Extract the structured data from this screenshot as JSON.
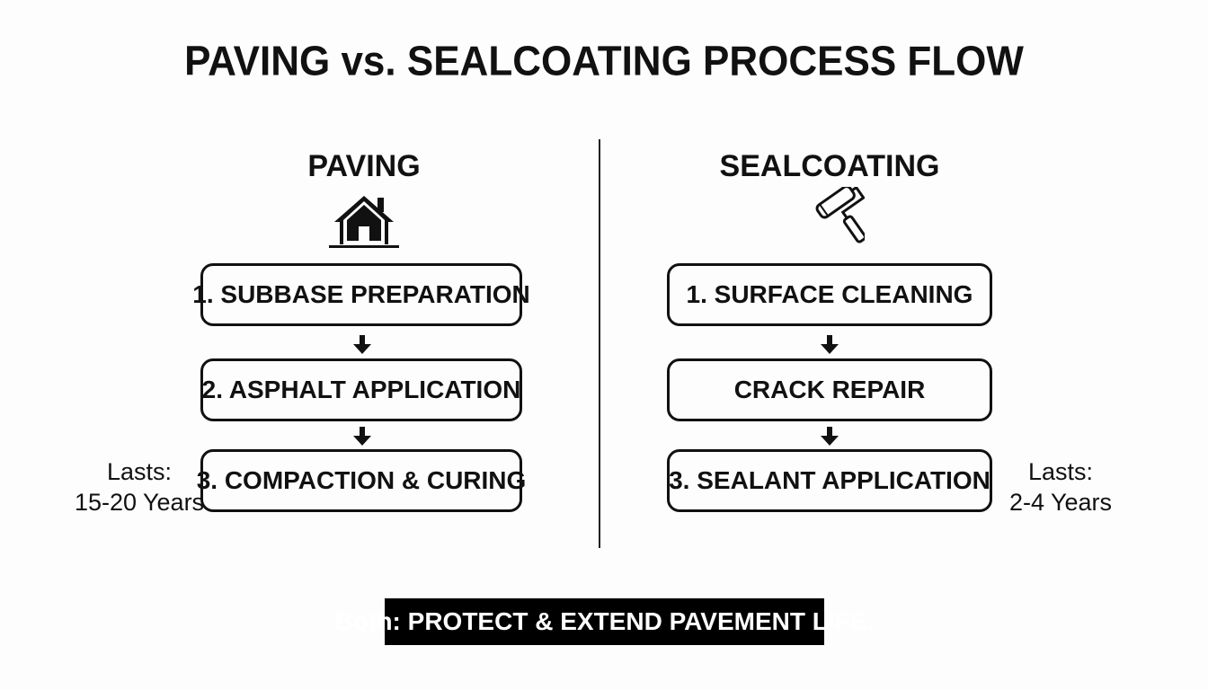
{
  "title": "PAVING vs. SEALCOATING PROCESS FLOW",
  "paving": {
    "title": "PAVING",
    "icon": "house-icon",
    "steps": [
      "1. SUBBASE PREPARATION",
      "2. ASPHALT APPLICATION",
      "3. COMPACTION & CURING"
    ],
    "lasts_label": "Lasts:",
    "lasts_value": "15-20 Years"
  },
  "sealcoating": {
    "title": "SEALCOATING",
    "icon": "paint-roller-icon",
    "steps": [
      "1. SURFACE CLEANING",
      "CRACK REPAIR",
      "3. SEALANT APPLICATION"
    ],
    "lasts_label": "Lasts:",
    "lasts_value": "2-4 Years"
  },
  "footer": "Both: PROTECT & EXTEND PAVEMENT LIFE.",
  "colors": {
    "background": "#fdfdfd",
    "ink": "#111111",
    "footer_bg": "#000000",
    "footer_text": "#ffffff"
  }
}
